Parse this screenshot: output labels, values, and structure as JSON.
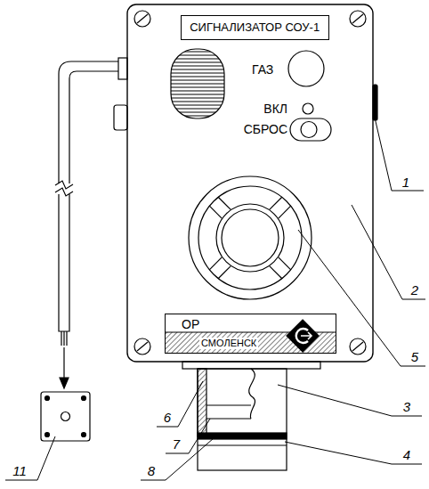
{
  "diagram": {
    "nodes": [
      {
        "text": [
          "СИГНАЛИЗАТОР СОУ-1"
        ]
      },
      {
        "text": [
          "ОР",
          "СМОЛЕНСК"
        ]
      }
    ],
    "labels": [
      "ГАЗ",
      "ВКЛ",
      "СБРОС",
      "1",
      "2",
      "3",
      "4",
      "5",
      "6",
      "7",
      "8",
      "11"
    ]
  }
}
